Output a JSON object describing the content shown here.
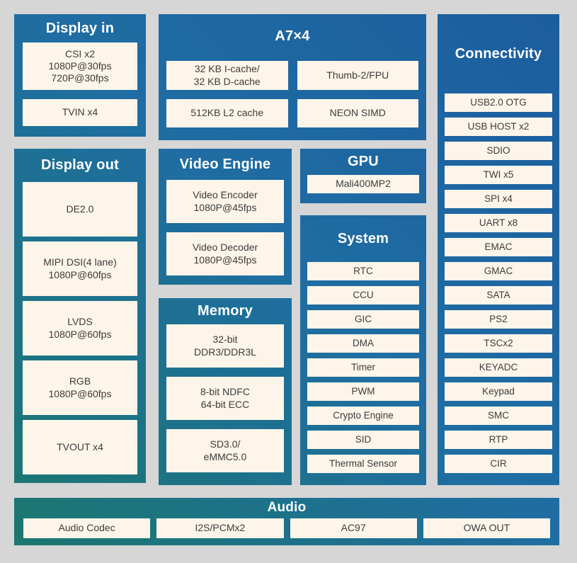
{
  "colors": {
    "page_bg": "#d6d6d6",
    "gradient_green": "#1b786c",
    "gradient_mid": "#1f6da3",
    "gradient_blue": "#1b5c9e",
    "item_bg": "#fdf5e9",
    "item_text": "#3c3c3c",
    "title_text": "#ffffff"
  },
  "diagram": {
    "display_in": {
      "title": "Display in",
      "items": [
        "CSI x2\n1080P@30fps\n720P@30fps",
        "TVIN x4"
      ]
    },
    "cpu": {
      "title": "A7×4",
      "items": [
        "32 KB I-cache/\n32 KB D-cache",
        "Thumb-2/FPU",
        "512KB L2 cache",
        "NEON SIMD"
      ]
    },
    "connectivity": {
      "title": "Connectivity",
      "items": [
        "USB2.0 OTG",
        "USB HOST x2",
        "SDIO",
        "TWI x5",
        "SPI x4",
        "UART x8",
        "EMAC",
        "GMAC",
        "SATA",
        "PS2",
        "TSCx2",
        "KEYADC",
        "Keypad",
        "SMC",
        "RTP",
        "CIR"
      ]
    },
    "display_out": {
      "title": "Display out",
      "items": [
        "DE2.0",
        "MIPI DSI(4 lane)\n1080P@60fps",
        "LVDS\n1080P@60fps",
        "RGB\n1080P@60fps",
        "TVOUT x4"
      ]
    },
    "video_engine": {
      "title": "Video Engine",
      "items": [
        "Video Encoder\n1080P@45fps",
        "Video Decoder\n1080P@45fps"
      ]
    },
    "memory": {
      "title": "Memory",
      "items": [
        "32-bit\nDDR3/DDR3L",
        "8-bit NDFC\n64-bit ECC",
        "SD3.0/\neMMC5.0"
      ]
    },
    "gpu": {
      "title": "GPU",
      "items": [
        "Mali400MP2"
      ]
    },
    "system": {
      "title": "System",
      "items": [
        "RTC",
        "CCU",
        "GIC",
        "DMA",
        "Timer",
        "PWM",
        "Crypto Engine",
        "SID",
        "Thermal Sensor"
      ]
    },
    "audio": {
      "title": "Audio",
      "items": [
        "Audio Codec",
        "I2S/PCMx2",
        "AC97",
        "OWA OUT"
      ]
    }
  }
}
